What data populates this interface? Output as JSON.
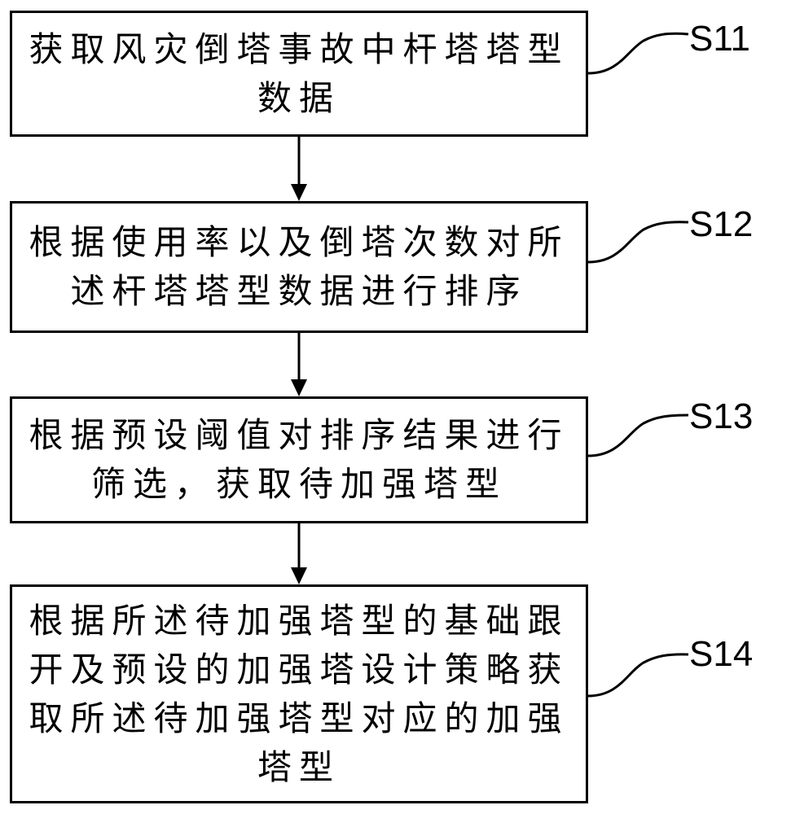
{
  "steps": [
    {
      "id": "S11",
      "text": "获取风灾倒塔事故中杆塔塔型\n数据"
    },
    {
      "id": "S12",
      "text": "根据使用率以及倒塔次数对所\n述杆塔塔型数据进行排序"
    },
    {
      "id": "S13",
      "text": "根据预设阈值对排序结果进行\n筛选，获取待加强塔型"
    },
    {
      "id": "S14",
      "text": "根据所述待加强塔型的基础跟\n开及预设的加强塔设计策略获\n取所述待加强塔型对应的加强\n塔型"
    }
  ],
  "colors": {
    "line": "#000000",
    "background": "#ffffff"
  }
}
